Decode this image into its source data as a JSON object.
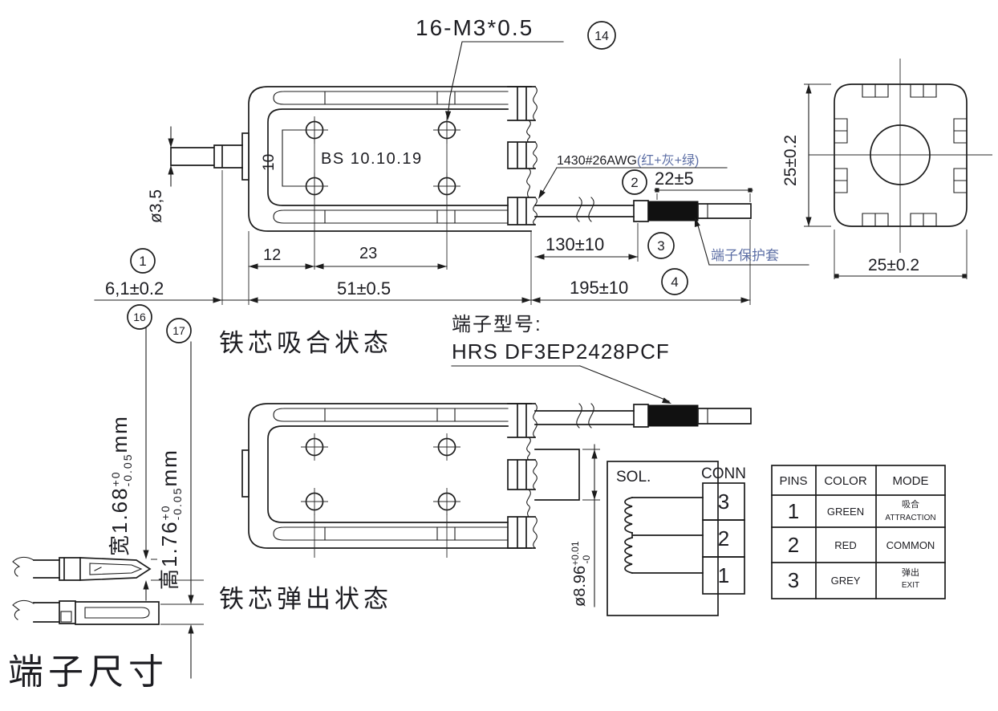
{
  "drawing": {
    "upper_view": {
      "thread_callout": "16-M3*0.5",
      "balloon_14": "14",
      "stamp": "BS 10.10.19",
      "dim_hole_spacing": "10",
      "shaft_dia": "ø3,5",
      "balloon_1": "1",
      "dim_stroke": "6,1±0.2",
      "dim_12": "12",
      "dim_23": "23",
      "dim_body_length": "51±0.5",
      "dim_wire_length": "130±10",
      "balloon_3": "3",
      "dim_total_length": "195±10",
      "balloon_4": "4",
      "balloon_2": "2",
      "dim_connector": "22±5",
      "wire_spec": "1430#26AWG",
      "wire_colors": "(红+灰+绿)",
      "sleeve_label": "端子保护套",
      "caption": "铁芯吸合状态"
    },
    "end_view": {
      "dim_height": "25±0.2",
      "dim_width": "25±0.2"
    },
    "terminal_model": {
      "caption": "端子型号:",
      "model": "HRS DF3EP2428PCF"
    },
    "lower_view": {
      "caption": "铁芯弹出状态",
      "plug_dia": "ø8.96",
      "plug_tol_plus": "+0.01",
      "plug_tol_minus": "-0"
    },
    "terminal_dims": {
      "balloon_16": "16",
      "balloon_17": "17",
      "width_val": "宽1.68",
      "width_tol_plus": "+0",
      "width_tol_minus": "-0.05",
      "width_unit": "mm",
      "height_val": "高1.76",
      "height_tol_plus": "+0",
      "height_tol_minus": "-0.05",
      "height_unit": "mm",
      "caption": "端子尺寸"
    }
  },
  "schematic": {
    "sol_label": "SOL.",
    "conn_label": "CONN",
    "pins": [
      "3",
      "2",
      "1"
    ]
  },
  "pin_table": {
    "headers": [
      "PINS",
      "COLOR",
      "MODE"
    ],
    "rows": [
      {
        "pin": "1",
        "color": "GREEN",
        "mode_cn": "吸合",
        "mode_en": "ATTRACTION"
      },
      {
        "pin": "2",
        "color": "RED",
        "mode_cn": "",
        "mode_en": "COMMON"
      },
      {
        "pin": "3",
        "color": "GREY",
        "mode_cn": "弹出",
        "mode_en": "EXIT"
      }
    ]
  }
}
